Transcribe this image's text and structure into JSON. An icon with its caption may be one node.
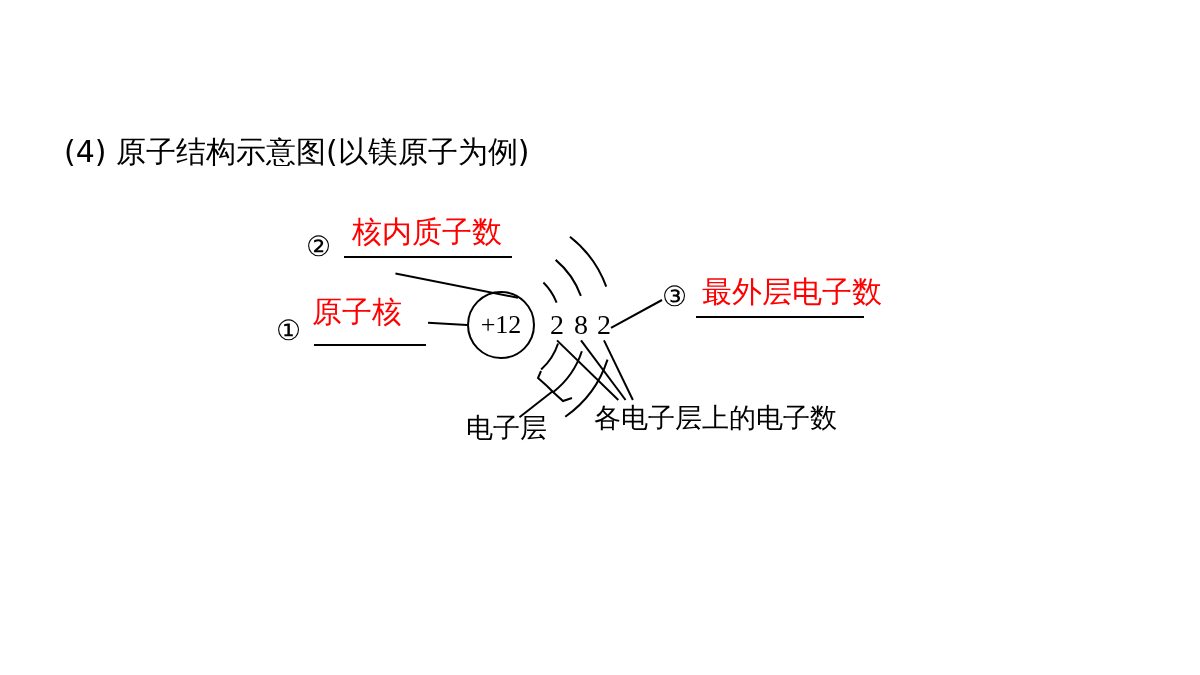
{
  "diagram": {
    "title": "(4) 原子结构示意图(以镁原子为例)",
    "nodes": [
      {
        "text": [
          "①",
          "原子核"
        ]
      },
      {
        "text": [
          "+12"
        ]
      },
      {
        "text": [
          "②",
          "核内质子数"
        ]
      },
      {
        "text": [
          "2"
        ]
      },
      {
        "text": [
          "8"
        ]
      },
      {
        "text": [
          "2"
        ]
      },
      {
        "text": [
          "③",
          "最外层电子数"
        ]
      },
      {
        "text": [
          "电子层"
        ]
      },
      {
        "text": [
          "各电子层上的电子数"
        ]
      }
    ],
    "edges": [
      {
        "from": 0,
        "to": 1,
        "arrow": "none"
      },
      {
        "from": 2,
        "to": 1,
        "arrow": "none"
      },
      {
        "from": 6,
        "to": 5,
        "arrow": "none"
      },
      {
        "from": 8,
        "to": 3,
        "arrow": "none"
      },
      {
        "from": 8,
        "to": 4,
        "arrow": "none"
      },
      {
        "from": 8,
        "to": 5,
        "arrow": "none"
      },
      {
        "from": 7,
        "to": null,
        "arrow": "none"
      }
    ]
  }
}
